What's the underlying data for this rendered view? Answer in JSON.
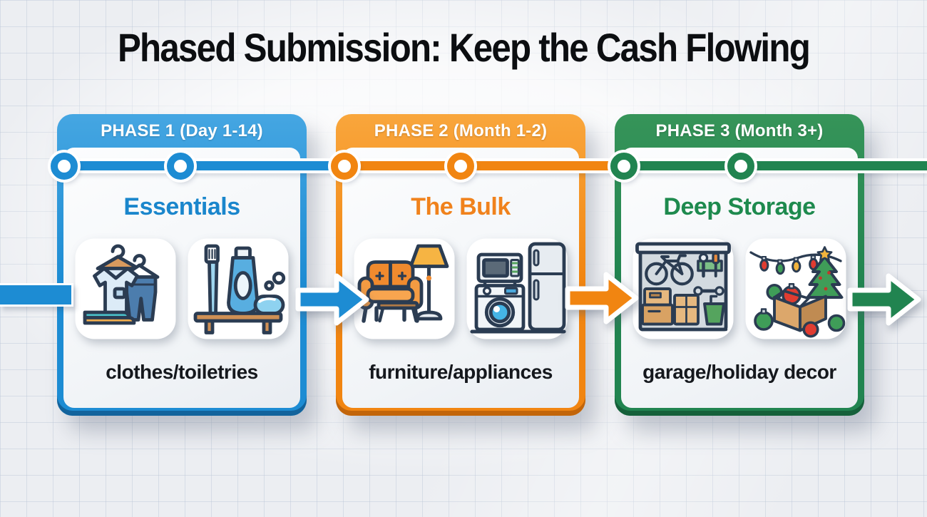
{
  "title": "Phased Submission: Keep the Cash Flowing",
  "phases": [
    {
      "header": "PHASE 1 (Day 1-14)",
      "name": "Essentials",
      "caption": "clothes/toiletries",
      "icons": [
        "clothes-icon",
        "toiletries-icon"
      ],
      "colors": {
        "main": "#1d8cd3",
        "dark": "#12639c",
        "light": "#45a6e2",
        "text": "#1a86cc"
      }
    },
    {
      "header": "PHASE 2 (Month 1-2)",
      "name": "The Bulk",
      "caption": "furniture/appliances",
      "icons": [
        "sofa-lamp-icon",
        "appliances-icon"
      ],
      "colors": {
        "main": "#f18511",
        "dark": "#c2650a",
        "light": "#f9a63c",
        "text": "#f0821c"
      }
    },
    {
      "header": "PHASE 3 (Month 3+)",
      "name": "Deep Storage",
      "caption": "garage/holiday decor",
      "icons": [
        "garage-icon",
        "holiday-decor-icon"
      ],
      "colors": {
        "main": "#218450",
        "dark": "#15603a",
        "light": "#369459",
        "text": "#1e8a4e"
      }
    }
  ],
  "timeline": {
    "nodes_per_phase": 2,
    "node_count": 6
  },
  "arrows": [
    "phase1-to-phase2",
    "phase2-to-phase3",
    "phase3-onward"
  ]
}
